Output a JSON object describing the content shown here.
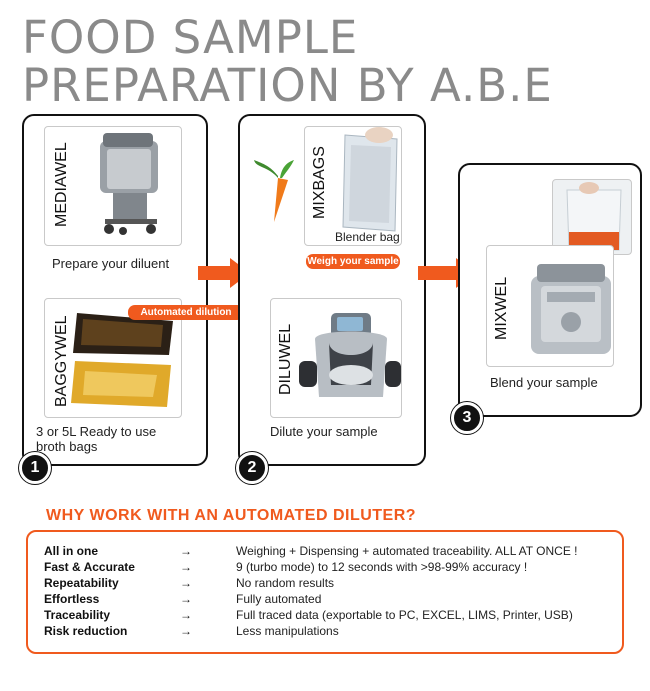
{
  "title": {
    "line1": "FOOD SAMPLE",
    "line2": "PREPARATION BY A.B.E"
  },
  "step1": {
    "number": "1",
    "product1": "MEDIAWEL",
    "caption1": "Prepare your diluent",
    "product2": "BAGGYWEL",
    "caption2_line1": "3 or 5L Ready to use",
    "caption2_line2": "broth bags",
    "pill": "Automated dilution"
  },
  "step2": {
    "number": "2",
    "product1": "MIXBAGS",
    "caption1": "Blender bag",
    "pill": "Weigh your sample",
    "product2": "DILUWEL",
    "caption2": "Dilute your sample"
  },
  "step3": {
    "number": "3",
    "product1": "MIXWEL",
    "caption1": "Blend your sample"
  },
  "why_title": "WHY WORK WITH AN AUTOMATED DILUTER?",
  "arrow_glyph": "→",
  "benefits": [
    {
      "key": "All in one",
      "value": "Weighing + Dispensing + automated traceability. ALL AT ONCE !"
    },
    {
      "key": "Fast & Accurate",
      "value": "9 (turbo mode) to 12 seconds with >98-99% accuracy !"
    },
    {
      "key": "Repeatability",
      "value": "No random results"
    },
    {
      "key": "Effortless",
      "value": "Fully automated"
    },
    {
      "key": "Traceability",
      "value": "Full traced data (exportable to PC, EXCEL, LIMS, Printer, USB)"
    },
    {
      "key": "Risk reduction",
      "value": "Less manipulations"
    }
  ],
  "colors": {
    "accent": "#f05a1e",
    "title_gray": "#8a8a8a",
    "panel_border": "#111111"
  }
}
